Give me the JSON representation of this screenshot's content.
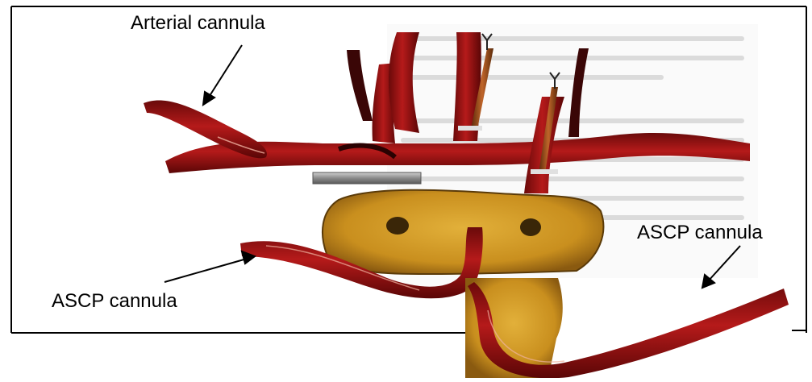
{
  "labels": {
    "arterial_cannula": "Arterial cannula",
    "ascp_cannula_left": "ASCP cannula",
    "ascp_cannula_right": "ASCP cannula"
  }
}
